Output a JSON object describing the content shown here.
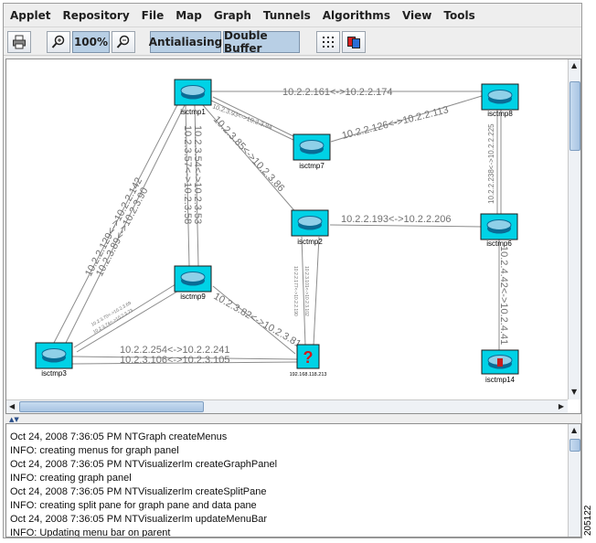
{
  "menu": [
    "Applet",
    "Repository",
    "File",
    "Map",
    "Graph",
    "Tunnels",
    "Algorithms",
    "View",
    "Tools"
  ],
  "toolbar": {
    "print_icon": "printer-icon",
    "zoom_in_icon": "magnifier-plus-icon",
    "zoom_level": "100%",
    "zoom_out_icon": "magnifier-minus-icon",
    "antialiasing": "Antialiasing",
    "double_buffer": "Double Buffer",
    "grid_icon": "grid-dots-icon",
    "layers_icon": "layers-icon"
  },
  "graph": {
    "nodes": {
      "isctmp1": "isctmp1",
      "isctmp8": "isctmp8",
      "isctmp7": "isctmp7",
      "isctmp2": "isctmp2",
      "isctmp6": "isctmp6",
      "isctmp9": "isctmp9",
      "isctmp3": "isctmp3",
      "unknown": "192.168.118.213",
      "isctmp14": "isctmp14"
    },
    "links": {
      "l1_8": "10.2.2.161<->10.2.2.174",
      "l1_7": "10.2.3.93<->10.2.3.94",
      "l7_8": "10.2.2.126<->10.2.2.113",
      "l1_2": "10.2.3.85<->10.2.3.86",
      "l8_6": "10.2.2.238<->10.2.2.225",
      "l1_9a": "10.2.3.54<->10.2.3.53",
      "l1_9b": "10.2.3.57<->10.2.3.58",
      "l1_3a": "10.2.2.129<->10.2.2.142",
      "l1_3b": "10.2.3.89<->10.2.3.90",
      "l2_6": "10.2.2.193<->10.2.2.206",
      "l6_14": "10.2.4.42<->10.2.4.41",
      "l2_u_a": "10.2.2.177<->10.2.2.190",
      "l2_u_b": "10.2.3.101<->10.2.3.102",
      "l9_3a": "10.2.3.70<->10.2.3.69",
      "l9_3b": "10.2.3.74<->10.2.3.73",
      "l9_u": "10.2.3.82<->10.2.3.81",
      "l3_u_a": "10.2.2.254<->10.2.2.241",
      "l3_u_b": "10.2.3.106<->10.2.3.105"
    },
    "unknown_symbol": "?"
  },
  "log": [
    "Oct 24, 2008 7:36:05 PM NTGraph createMenus",
    "INFO: creating menus for graph panel",
    "Oct 24, 2008 7:36:05 PM NTVisualizerIm createGraphPanel",
    "INFO: creating graph panel",
    "Oct 24, 2008 7:36:05 PM NTVisualizerIm createSplitPane",
    "INFO: creating split pane for graph pane and data pane",
    "Oct 24, 2008 7:36:05 PM NTVisualizerIm updateMenuBar",
    "INFO: Updating menu bar on parent"
  ],
  "figure_number": "205122",
  "colors": {
    "router": "#00d2e6",
    "router_dark": "#005e86",
    "link": "#8a8a8a",
    "label": "#6e6e6e"
  }
}
